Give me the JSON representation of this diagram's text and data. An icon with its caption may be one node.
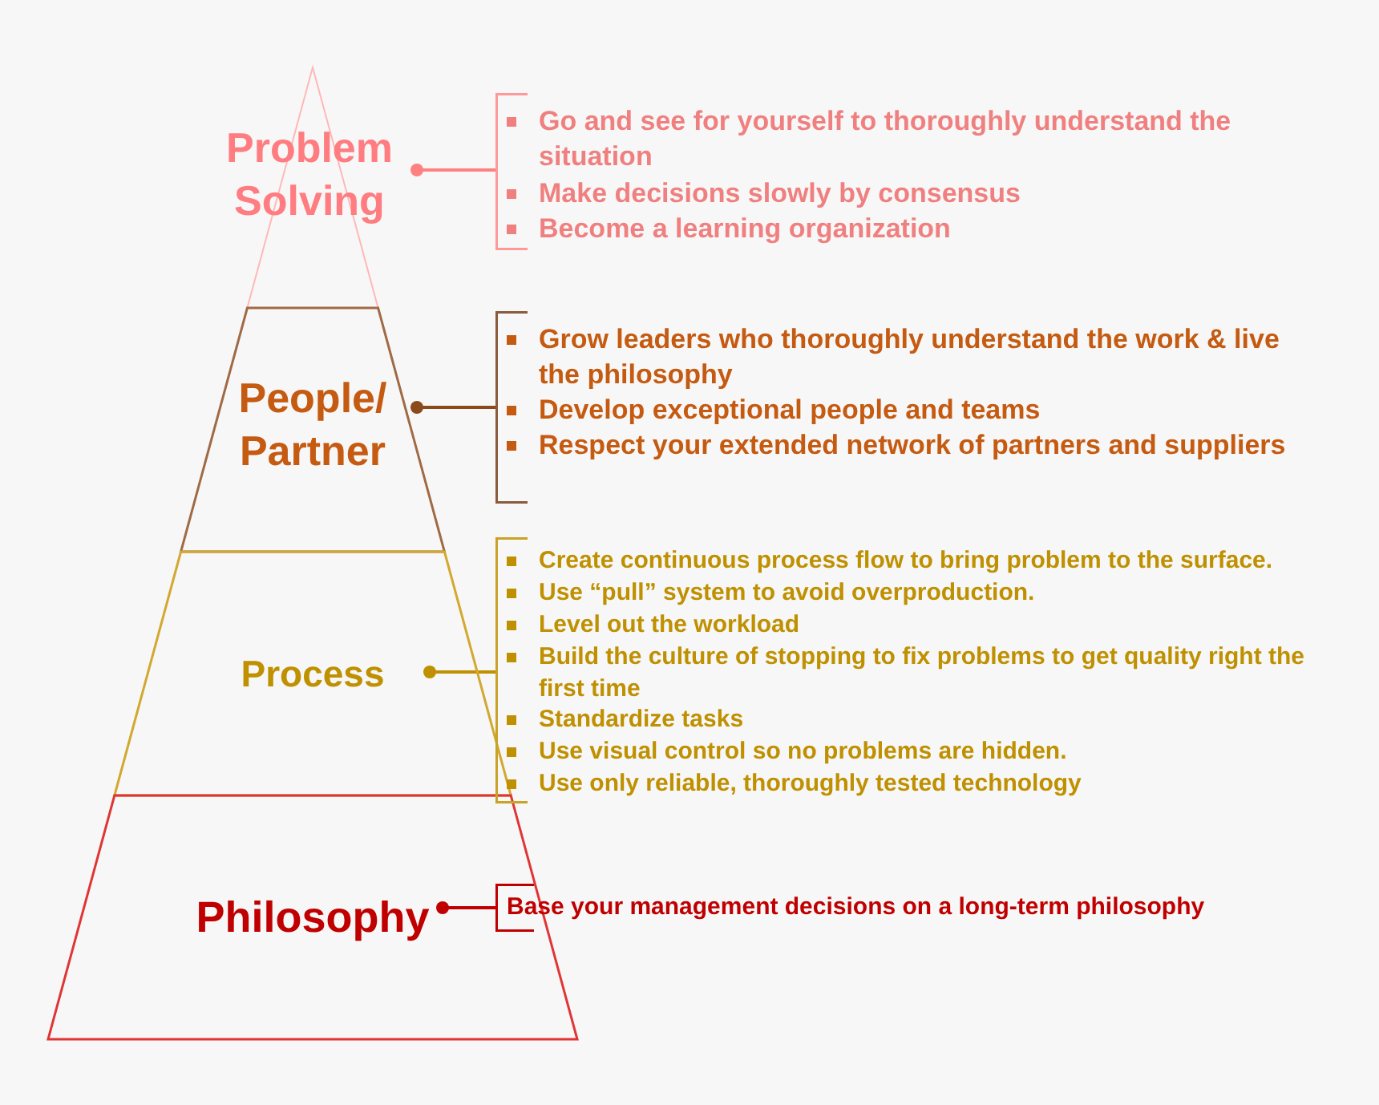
{
  "diagram": {
    "nodes": [
      {
        "text": [
          "Problem Solving"
        ]
      },
      {
        "text": [
          "People/ Partner"
        ]
      },
      {
        "text": [
          "Process"
        ]
      },
      {
        "text": [
          "Philosophy"
        ]
      },
      {
        "text": [
          "Go and see for yourself to thoroughly understand the situation",
          "Make decisions slowly by consensus",
          "Become a learning organization"
        ]
      },
      {
        "text": [
          "Grow leaders who thoroughly understand the work & live the philosophy",
          "Develop exceptional people and teams",
          "Respect your extended network of partners and suppliers"
        ]
      },
      {
        "text": [
          "Create continuous process flow to bring problem to the surface.",
          "Use “pull” system to avoid overproduction.",
          "Level out the workload",
          "Build the culture of stopping to fix problems to get quality right the first time",
          "Standardize tasks",
          "Use visual control so no problems are hidden.",
          "Use only reliable, thoroughly tested technology"
        ]
      },
      {
        "text": [
          "Base your management decisions on a long-term philosophy"
        ]
      }
    ],
    "edges": [
      {
        "from": 0,
        "to": 4,
        "arrow": "other",
        "color": "#ff8080"
      },
      {
        "from": 1,
        "to": 5,
        "arrow": "other",
        "color": "#8b4a1c"
      },
      {
        "from": 2,
        "to": 6,
        "arrow": "other",
        "color": "#bf9000"
      },
      {
        "from": 3,
        "to": 7,
        "arrow": "other",
        "color": "#c00000"
      }
    ]
  }
}
